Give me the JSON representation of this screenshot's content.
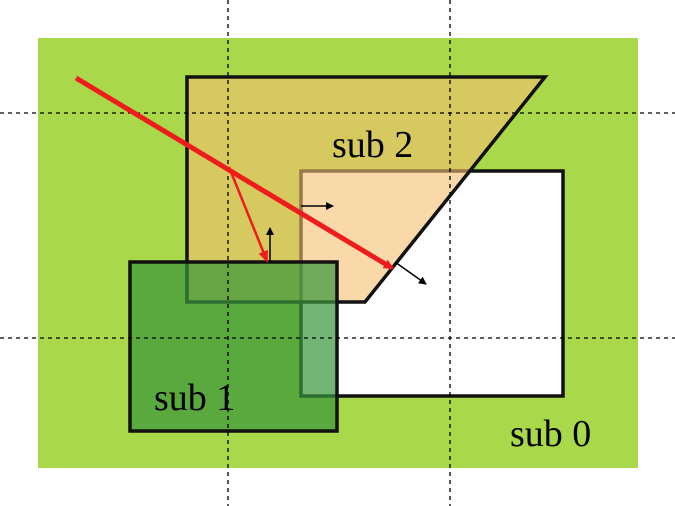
{
  "labels": {
    "sub0": "sub 0",
    "sub1": "sub 1",
    "sub2": "sub 2"
  },
  "colors": {
    "background": "#a9d84a",
    "sub0_fill": "#ffffff",
    "sub1_fill": "#4ca24c",
    "sub2_fill": "#f5c06f",
    "ray": "#ee1c1c",
    "normal": "#000000"
  }
}
